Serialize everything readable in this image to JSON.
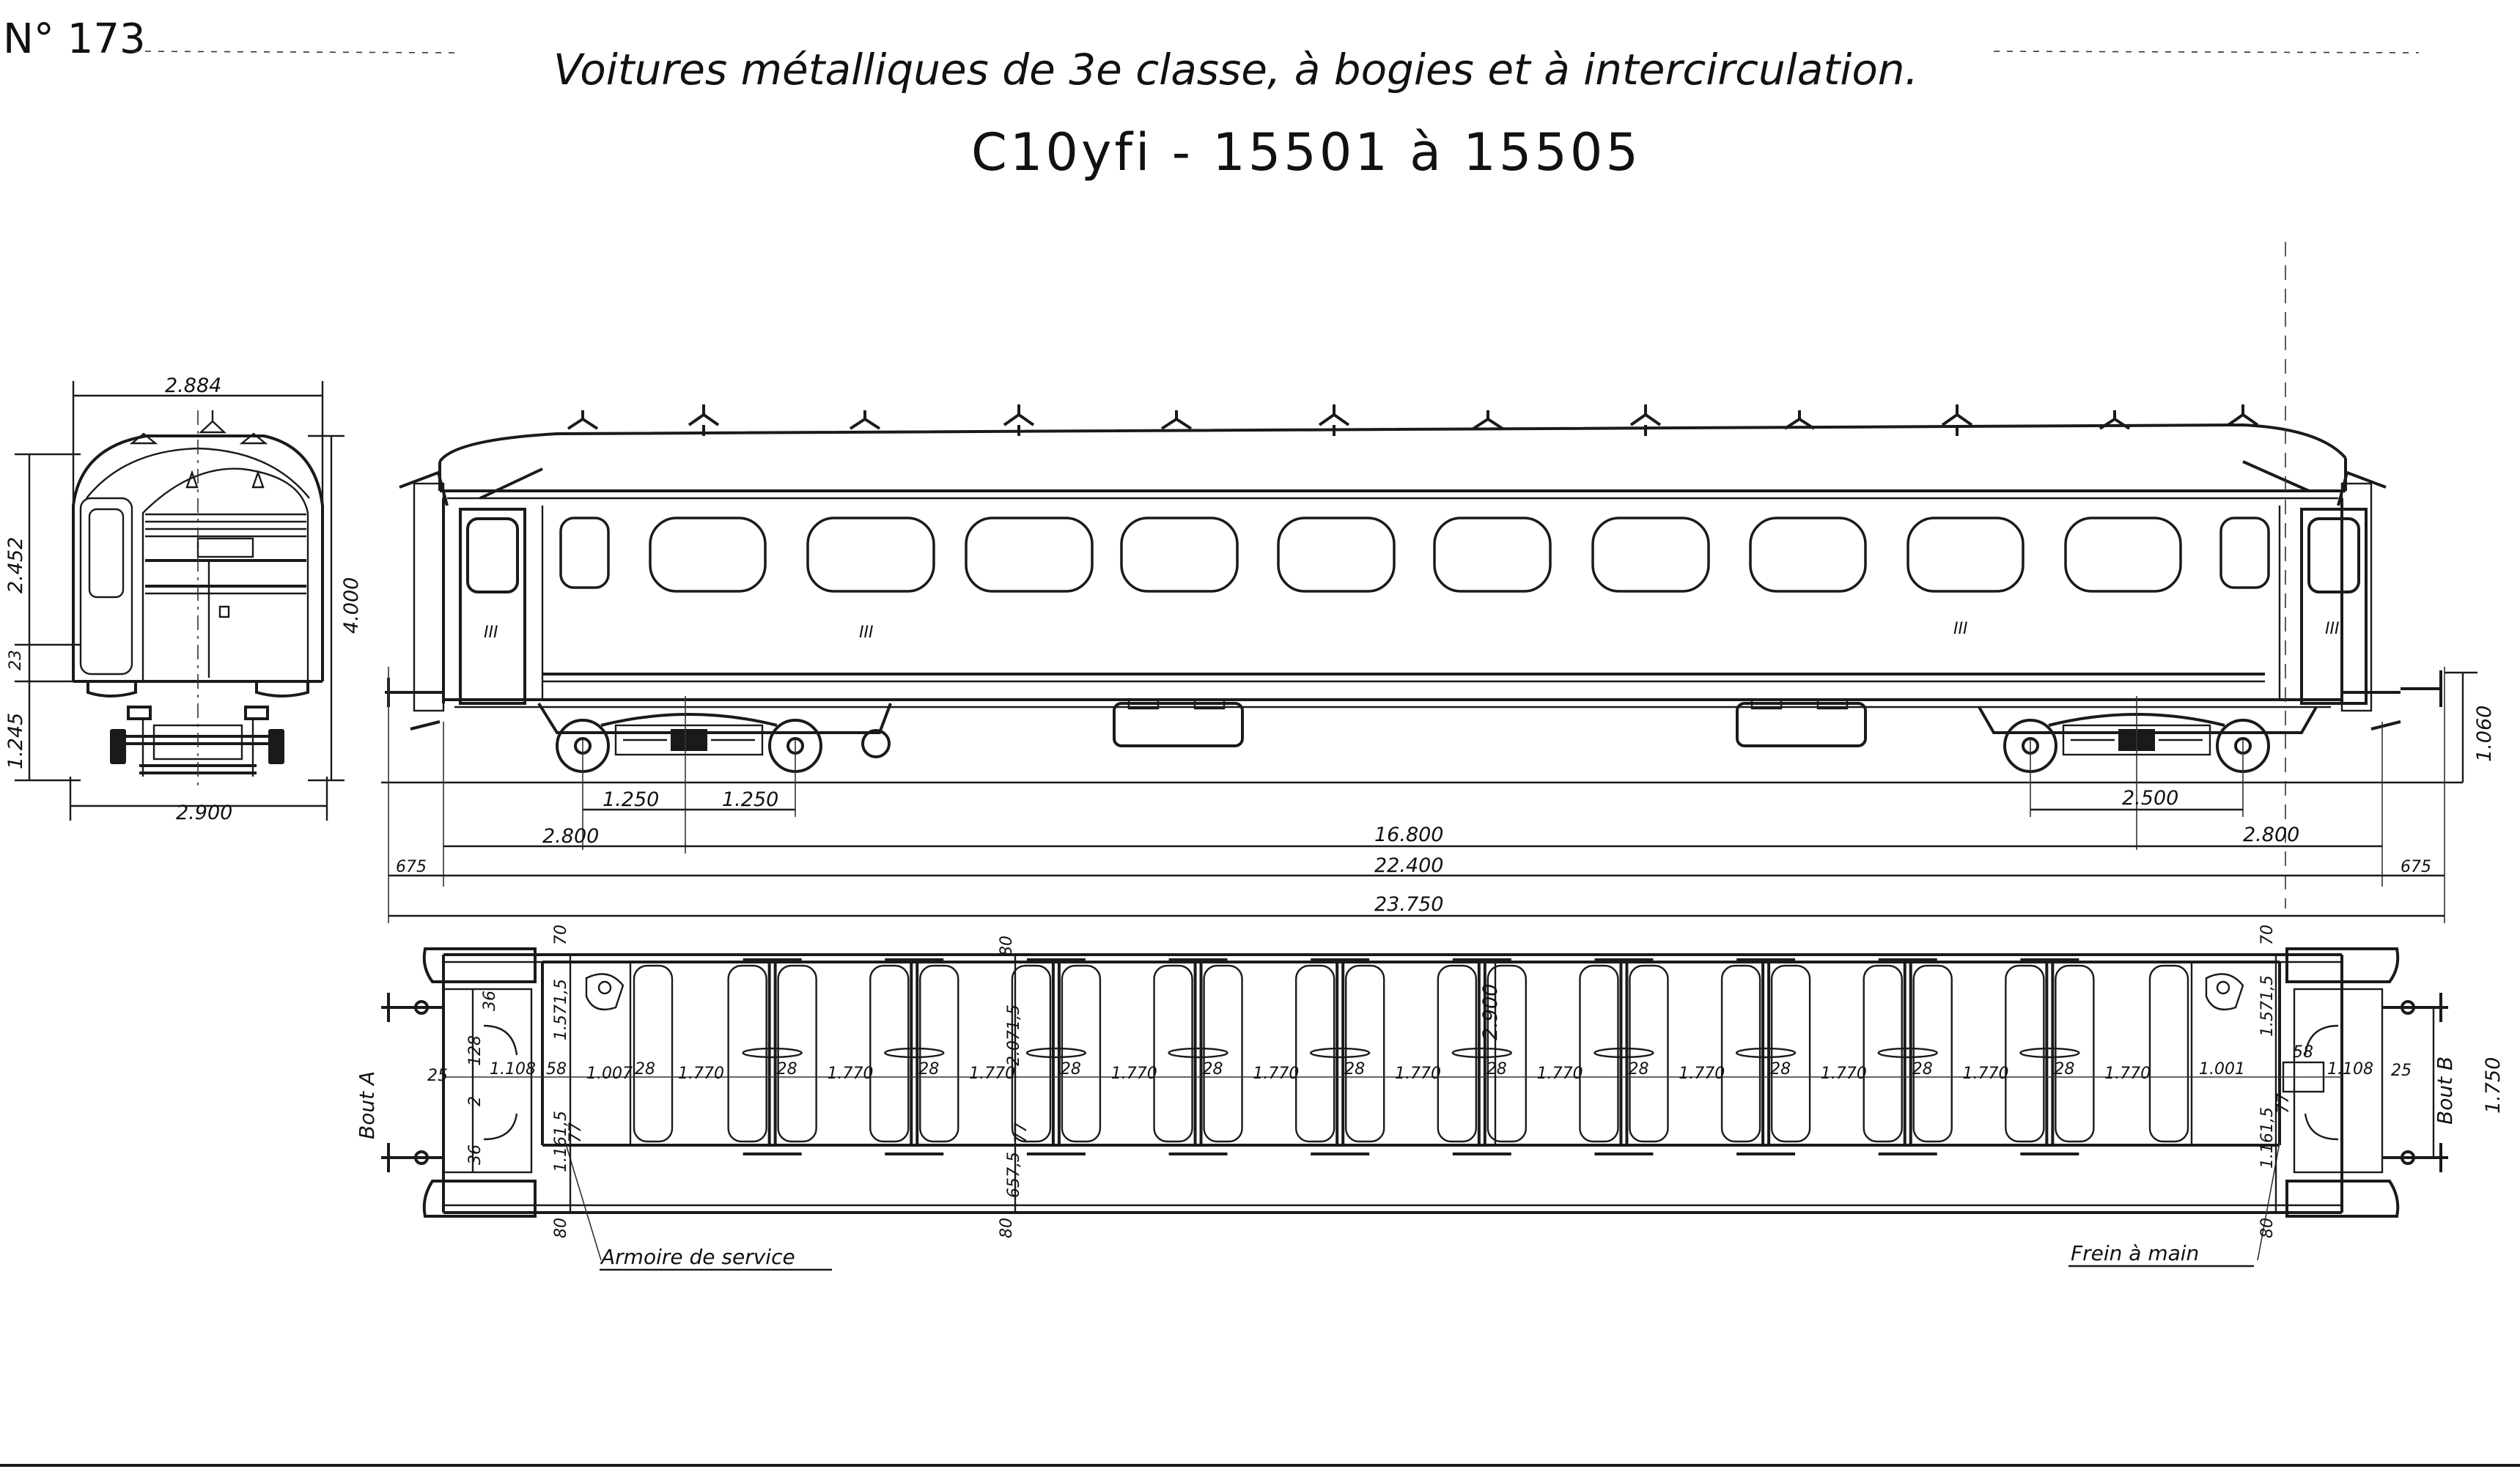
{
  "plate": {
    "number": "N° 173"
  },
  "title": "Voitures métalliques de 3e classe, à bogies et à intercirculation.",
  "subtitle": "C10yfi - 15501 à 15505",
  "class_marks": {
    "end_left": "III",
    "mid_left": "III",
    "mid_right": "III",
    "end_right": "III"
  },
  "end_view": {
    "top_width": "2.884",
    "bottom_width": "2.900",
    "height_total": "4.000",
    "height_upper": "2.452",
    "height_mid": "23",
    "height_lower": "1.245"
  },
  "side_view": {
    "bogie_half_left_1": "1.250",
    "bogie_half_left_2": "1.250",
    "bogie_wheelbase_right": "2.500",
    "bogie_overhang_left": "2.800",
    "bogie_overhang_right": "2.800",
    "bogie_centres": "16.800",
    "body_length": "22.400",
    "overall_length": "23.750",
    "buffer_left": "675",
    "buffer_right": "675",
    "buffer_height": "1.060"
  },
  "plan_view": {
    "end_a_label": "Bout A",
    "end_b_label": "Bout B",
    "inner_width": "2.900",
    "buffer_spacing": "1.750",
    "compartment_pitch": "1.770",
    "partition": "28",
    "end_vestibule": "1.007",
    "end_vestibule_alt": "1.001",
    "platform": "1.108",
    "platform_small": "58",
    "door_1": "1.571,5",
    "door_2": "1.161,5",
    "door_3": "2.071,5",
    "aisle_1": "657,5",
    "small_36": "36",
    "small_128": "128",
    "small_70": "70",
    "small_80": "80",
    "small_77": "77",
    "small_25": "25",
    "small_2": "2",
    "label_cupboard": "Armoire de service",
    "label_brake": "Frein à main"
  }
}
